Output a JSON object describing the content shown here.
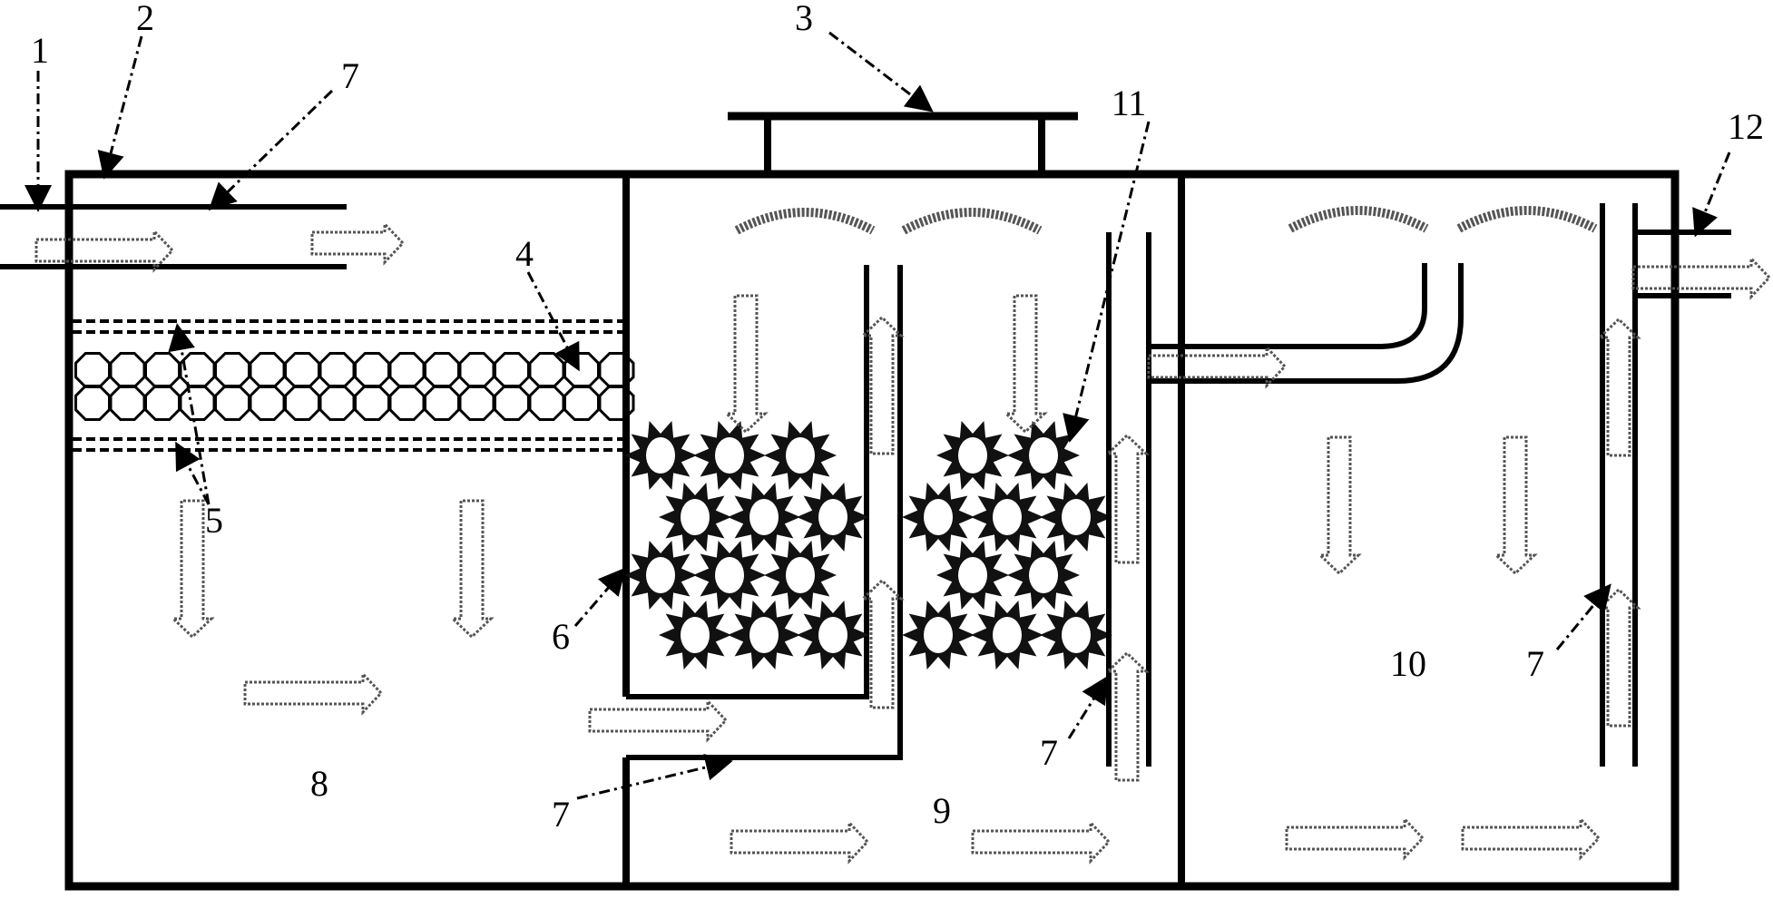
{
  "diagram": {
    "labels": {
      "l1": "1",
      "l2": "2",
      "l3": "3",
      "l4": "4",
      "l5": "5",
      "l6": "6",
      "l7a": "7",
      "l7b": "7",
      "l7c": "7",
      "l7d": "7",
      "l8": "8",
      "l9": "9",
      "l10": "10",
      "l11": "11",
      "l12": "12"
    },
    "colors": {
      "line": "#000000",
      "flow_arrow": "#555555",
      "background": "#ffffff"
    }
  }
}
